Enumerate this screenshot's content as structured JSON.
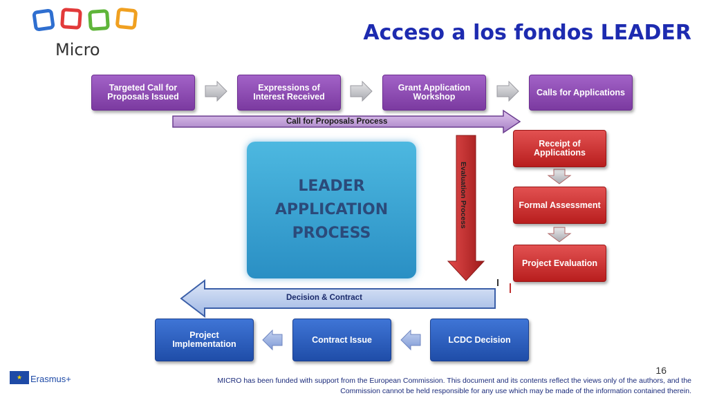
{
  "logo": {
    "text": "Micro",
    "colors": [
      "#2f6fd0",
      "#e23a3a",
      "#5fb53a",
      "#f0a020"
    ]
  },
  "title": "Acceso a los fondos LEADER",
  "diagram": {
    "top_row": [
      "Targeted Call for Proposals Issued",
      "Expressions of Interest Received",
      "Grant Application Workshop",
      "Calls for Applications"
    ],
    "call_bar_label": "Call for Proposals Process",
    "center_label": "LEADER\nAPPLICATION\nPROCESS",
    "evaluation_label": "Evaluation Process",
    "right_column": [
      "Receipt of Applications",
      "Formal Assessment",
      "Project Evaluation"
    ],
    "decision_bar_label": "Decision & Contract",
    "bottom_row": [
      "Project Implementation",
      "Contract Issue",
      "LCDC Decision"
    ]
  },
  "footer": {
    "erasmus": "Erasmus+",
    "page_number": "16",
    "disclaimer": "MICRO has been funded with support from the European Commission. This document and its contents reflect the views only of the authors, and the Commission cannot be held responsible for any use which may be made of the information contained therein."
  },
  "colors": {
    "title": "#1d2bb0",
    "purple": "#8a48b0",
    "red": "#c92a2a",
    "blue": "#2a5cc0",
    "center": "#3aa6d4"
  }
}
